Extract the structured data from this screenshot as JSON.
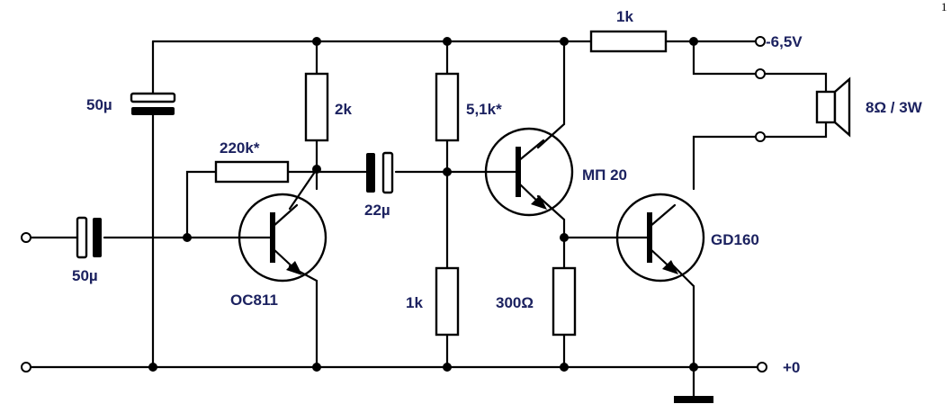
{
  "labels": {
    "c_top": "50µ",
    "r_2k": "2k",
    "r_220k": "220k*",
    "c_in": "50µ",
    "q1": "OC811",
    "c_22": "22µ",
    "r_51k": "5,1k*",
    "r_1k_bottom": "1k",
    "q2": "МП 20",
    "r_300": "300Ω",
    "r_1k_top": "1k",
    "supply": "-6,5V",
    "speaker": "8Ω / 3W",
    "q3": "GD160",
    "ground": "+0"
  },
  "corner_mark": "1"
}
